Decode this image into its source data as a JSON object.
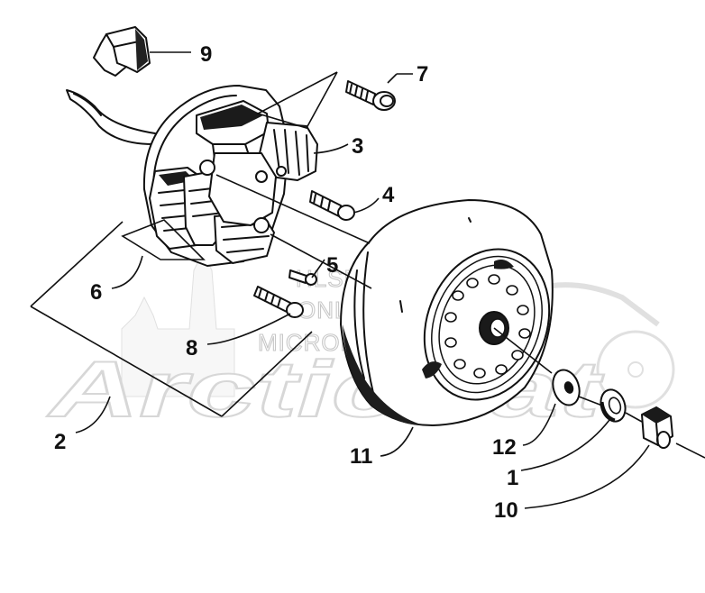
{
  "diagram": {
    "callouts": [
      {
        "id": "c1",
        "label": "1"
      },
      {
        "id": "c2",
        "label": "2"
      },
      {
        "id": "c3",
        "label": "3"
      },
      {
        "id": "c4",
        "label": "4"
      },
      {
        "id": "c5",
        "label": "5"
      },
      {
        "id": "c6",
        "label": "6"
      },
      {
        "id": "c7",
        "label": "7"
      },
      {
        "id": "c8",
        "label": "8"
      },
      {
        "id": "c9",
        "label": "9"
      },
      {
        "id": "c10",
        "label": "10"
      },
      {
        "id": "c11",
        "label": "11"
      },
      {
        "id": "c12",
        "label": "12"
      }
    ]
  },
  "watermark": {
    "line1": "HLSM'S",
    "line2": "ONLINE",
    "line3": "MICROFICHE",
    "logo_text": "ArcticCat"
  },
  "colors": {
    "ink": "#111111",
    "watermark": "#9a9a9a",
    "background": "#ffffff"
  }
}
